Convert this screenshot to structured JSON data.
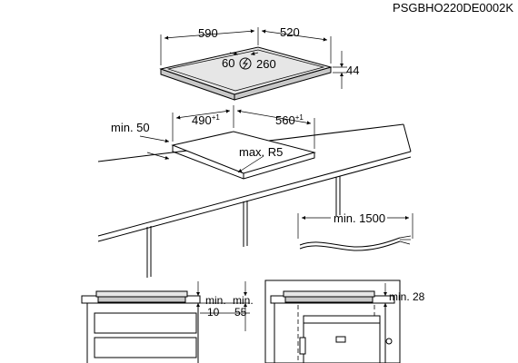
{
  "diagram": {
    "code": "PSGBHO220DE0002K",
    "hob": {
      "width": "590",
      "depth": "520",
      "height": "44",
      "dim_a": "60",
      "dim_b": "260"
    },
    "cutout": {
      "width": "490",
      "width_tol": "+1",
      "depth": "560",
      "depth_tol": "+1",
      "radius": "max. R5",
      "wall_clearance": "min. 50"
    },
    "cable": {
      "length": "min. 1500"
    },
    "section_left": {
      "label_a_top": "min.",
      "label_a_bottom": "10",
      "label_b_top": "min.",
      "label_b_bottom": "55"
    },
    "section_right": {
      "label": "min. 28"
    }
  }
}
